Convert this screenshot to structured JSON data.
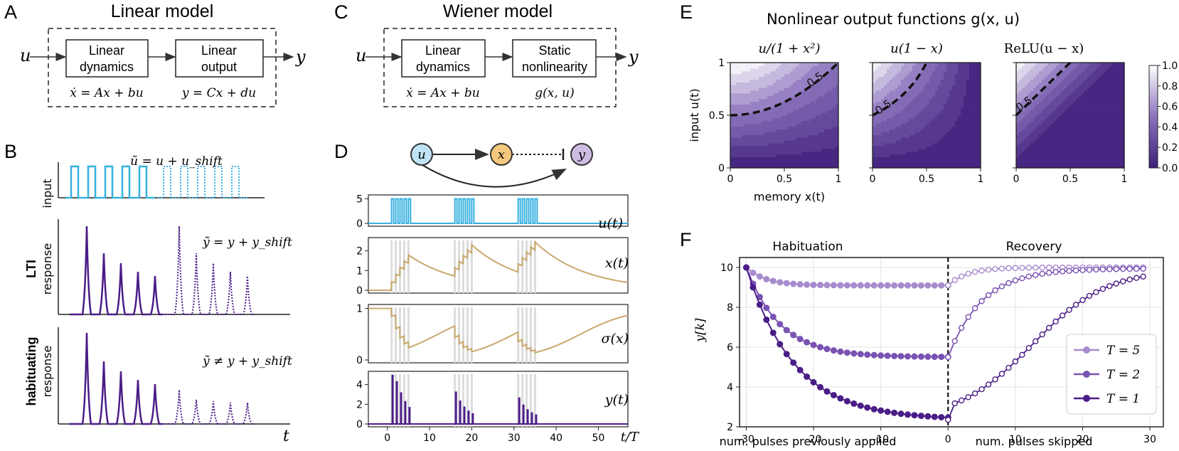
{
  "panels": {
    "A": {
      "letter": "A",
      "title": "Linear model",
      "box1": [
        "Linear",
        "dynamics"
      ],
      "box2": [
        "Linear",
        "output"
      ],
      "eq1": "ẋ = Ax + bu",
      "eq2": "y = Cx + du",
      "in": "u",
      "out": "y"
    },
    "B": {
      "letter": "B",
      "input_label": "input",
      "input_eq": "ũ = u + u_shift",
      "lti_label": [
        "LTI",
        "response"
      ],
      "lti_eq": "ỹ = y + y_shift",
      "hab_label": [
        "habituating",
        "response"
      ],
      "hab_eq": "ỹ ≠ y + y_shift",
      "t_label": "t"
    },
    "C": {
      "letter": "C",
      "title": "Wiener model",
      "box1": [
        "Linear",
        "dynamics"
      ],
      "box2": [
        "Static",
        "nonlinearity"
      ],
      "eq1": "ẋ = Ax + bu",
      "eq2": "g(x, u)",
      "in": "u",
      "out": "y"
    },
    "D": {
      "letter": "D",
      "nodes": [
        "u",
        "x",
        "y"
      ],
      "traces": [
        {
          "label": "u(t)",
          "yticks": [
            "0",
            "5"
          ]
        },
        {
          "label": "x(t)",
          "yticks": [
            "0",
            "1",
            "2"
          ]
        },
        {
          "label": "σ(x)",
          "yticks": [
            "0",
            "1"
          ]
        },
        {
          "label": "y(t)",
          "yticks": [
            "0",
            "2",
            "4"
          ]
        }
      ],
      "xticks": [
        "0",
        "10",
        "20",
        "30",
        "40",
        "50"
      ],
      "xlabel": "t/T"
    },
    "E": {
      "letter": "E",
      "title": "Nonlinear output functions  g(x, u)",
      "subtitles": [
        "u/(1 + x²)",
        "u(1 − x)",
        "ReLU(u − x)"
      ],
      "contour_label": "0.5",
      "ylabel": "input u(t)",
      "xlabel": "memory x(t)",
      "yticks": [
        "0",
        "0.5",
        "1"
      ],
      "xticks": [
        "0",
        "0.5",
        "1"
      ],
      "colorbar_ticks": [
        "0.0",
        "0.2",
        "0.4",
        "0.6",
        "0.8",
        "1.0"
      ]
    },
    "F": {
      "letter": "F",
      "label_left": "Habituation",
      "label_right": "Recovery",
      "ylabel": "y[k]",
      "xlabel_left": "num. pulses previously applied",
      "xlabel_right": "num. pulses skipped"
    }
  },
  "colors": {
    "cyan": "#36b1e0",
    "tan": "#c9a96e",
    "purple_dark": "#4b1d87",
    "purple_mid": "#7a52b3",
    "purple_light": "#a78bcd",
    "node_u": "#bfe3f5",
    "node_x": "#f5c97d",
    "node_y": "#cdbde3"
  },
  "chart_data": {
    "type": "line",
    "title": "",
    "xlabel": "num. pulses previously applied / num. pulses skipped",
    "ylabel": "y[k]",
    "xlim": [
      -31,
      32
    ],
    "ylim": [
      2,
      10.5
    ],
    "xticks": [
      -30,
      -20,
      -10,
      0,
      10,
      20,
      30
    ],
    "yticks": [
      2,
      4,
      6,
      8,
      10
    ],
    "grid": true,
    "legend_position": "lower-right",
    "series": [
      {
        "name": "T = 5",
        "habituation_start": 10,
        "habituation_end": 9.1,
        "recovery_end": 10,
        "rate_h": 0.35,
        "rate_r": 0.35
      },
      {
        "name": "T = 2",
        "habituation_start": 10,
        "habituation_end": 5.5,
        "recovery_end": 9.95,
        "rate_h": 0.2,
        "rate_r": 0.2
      },
      {
        "name": "T = 1",
        "habituation_start": 10,
        "habituation_end": 2.35,
        "recovery_end": 9.9,
        "rate_h": 0.14,
        "rate_r": 0.12
      }
    ]
  }
}
